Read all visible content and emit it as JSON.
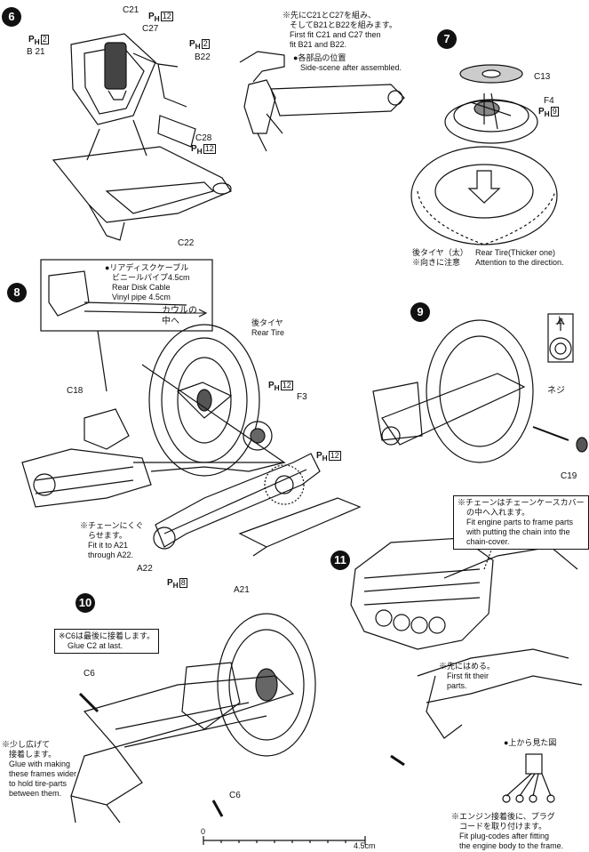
{
  "steps": {
    "s6": "6",
    "s7": "7",
    "s8": "8",
    "s9": "9",
    "s10": "10",
    "s11": "11"
  },
  "step6": {
    "labels": {
      "c21": "C21",
      "c27": "C27",
      "b21": "B 21",
      "b22": "B22",
      "c28": "C28",
      "c22": "C22"
    },
    "ph_prefix": "P",
    "ph_sub": "H",
    "ph_2a": "2",
    "ph_12a": "12",
    "ph_2b": "2",
    "ph_12b": "12",
    "note_jp1": "※先にC21とC27を組み、",
    "note_jp2": "そしてB21とB22を組みます。",
    "note_en1": "First fit C21 and C27 then",
    "note_en2": "fit B21 and B22.",
    "side_jp": "●各部品の位置",
    "side_en": "Side-scene after assembled."
  },
  "step7": {
    "c13": "C13",
    "f4": "F4",
    "ph_9": "9",
    "tire_jp": "後タイヤ（太）",
    "tire_en": "Rear Tire(Thicker one)",
    "dir_jp": "※向きに注意",
    "dir_en": "Attention to the direction."
  },
  "step8": {
    "cable_jp1": "●リアディスクケーブル",
    "cable_jp2": "ビニールパイプ4.5cm",
    "cable_en1": "Rear Disk Cable",
    "cable_en2": "Vinyl pipe 4.5cm",
    "cowl_jp1": "カウルの",
    "cowl_jp2": "中へ",
    "rear_tire_jp": "後タイヤ",
    "rear_tire_en": "Rear Tire",
    "c18": "C18",
    "f3": "F3",
    "a22": "A22",
    "a21": "A21",
    "ph_12a": "12",
    "ph_12b": "12",
    "ph_8": "8",
    "chain_jp1": "※チェーンにくぐ",
    "chain_jp2": "らせます。",
    "chain_en1": "Fit it to A21",
    "chain_en2": "through A22."
  },
  "step9": {
    "up_jp": "上",
    "screw_jp": "ネジ",
    "c19": "C19"
  },
  "step10": {
    "glue_jp": "※C6は最後に接着します。",
    "glue_en": "Glue C2 at last.",
    "c6a": "C6",
    "c6b": "C6",
    "spread_jp1": "※少し広げて",
    "spread_jp2": "接着します。",
    "spread_en1": "Glue with making",
    "spread_en2": "these frames wider",
    "spread_en3": "to hold tire-parts",
    "spread_en4": "between them."
  },
  "step11": {
    "chain_jp1": "※チェーンはチェーンケースカバー",
    "chain_jp2": "の中へ入れます。",
    "chain_en1": "Fit engine parts to frame parts",
    "chain_en2": "with putting the chain into the",
    "chain_en3": "chain-cover.",
    "first_jp": "※先にはめる。",
    "first_en1": "First fit their",
    "first_en2": "parts.",
    "top_jp": "●上から見た図",
    "plug_jp1": "※エンジン接着後に、プラグ",
    "plug_jp2": "コードを取り付けます。",
    "plug_en1": "Fit plug-codes after fitting",
    "plug_en2": "the engine body to the frame."
  },
  "scale": {
    "zero": "0",
    "end": "4.5cm"
  }
}
